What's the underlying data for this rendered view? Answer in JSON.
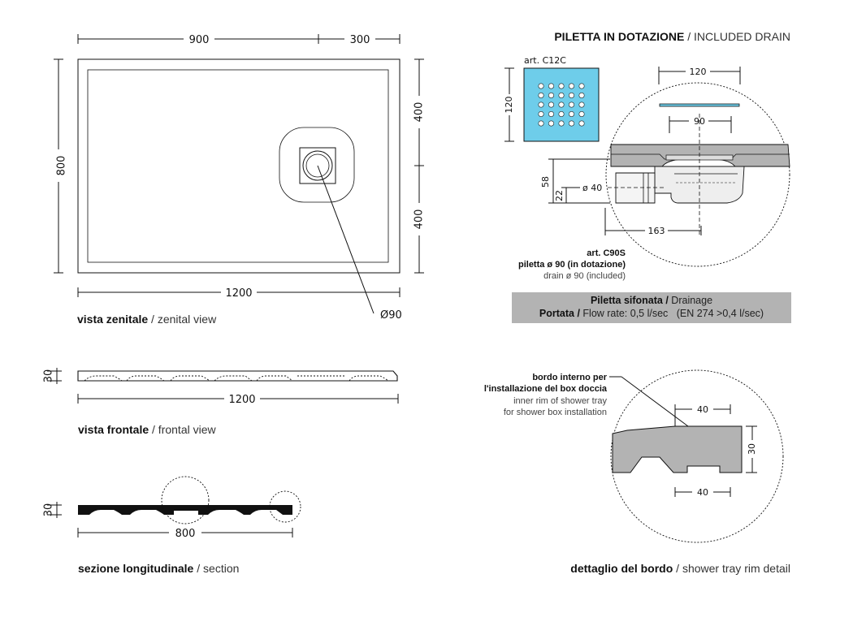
{
  "title": {
    "bold": "PILETTA IN DOTAZIONE",
    "rest": " / INCLUDED DRAIN"
  },
  "zenital": {
    "dims": {
      "top_left": "900",
      "top_right": "300",
      "bottom": "1200",
      "left": "800",
      "right_top": "400",
      "right_bottom": "400",
      "drain": "Ø90"
    },
    "caption_bold": "vista zenitale",
    "caption_rest": " / zenital view"
  },
  "frontal": {
    "height": "30",
    "width": "1200",
    "caption_bold": "vista frontale",
    "caption_rest": " / frontal view"
  },
  "section": {
    "height": "30",
    "width": "800",
    "caption_bold": "sezione longitudinale",
    "caption_rest": " / section"
  },
  "grid_art": {
    "label": "art. C12C",
    "size": "120",
    "color": "#6ecdea"
  },
  "drain_detail": {
    "top_width": "120",
    "inner_width": "90",
    "height_total": "58",
    "height_outlet": "22",
    "outlet_diameter": "ø 40",
    "length": "163",
    "art": "art. C90S",
    "desc_it": "piletta ø 90 (in dotazione)",
    "desc_en": "drain ø 90 (included)"
  },
  "drainage_box": {
    "line1_bold": "Piletta sifonata / ",
    "line1_rest": "Drainage",
    "line2_bold": "Portata / ",
    "line2_rest": "Flow rate: 0,5 l/sec   (EN 274 >0,4 l/sec)",
    "bg": "#b3b3b3"
  },
  "rim": {
    "note_it_1": "bordo interno per",
    "note_it_2": "l'installazione del box doccia",
    "note_en_1": "inner rim of shower tray",
    "note_en_2": "for shower box installation",
    "top_dim": "40",
    "bottom_dim": "40",
    "height_dim": "30",
    "caption_bold": "dettaglio del bordo",
    "caption_rest": " / shower tray rim detail"
  }
}
